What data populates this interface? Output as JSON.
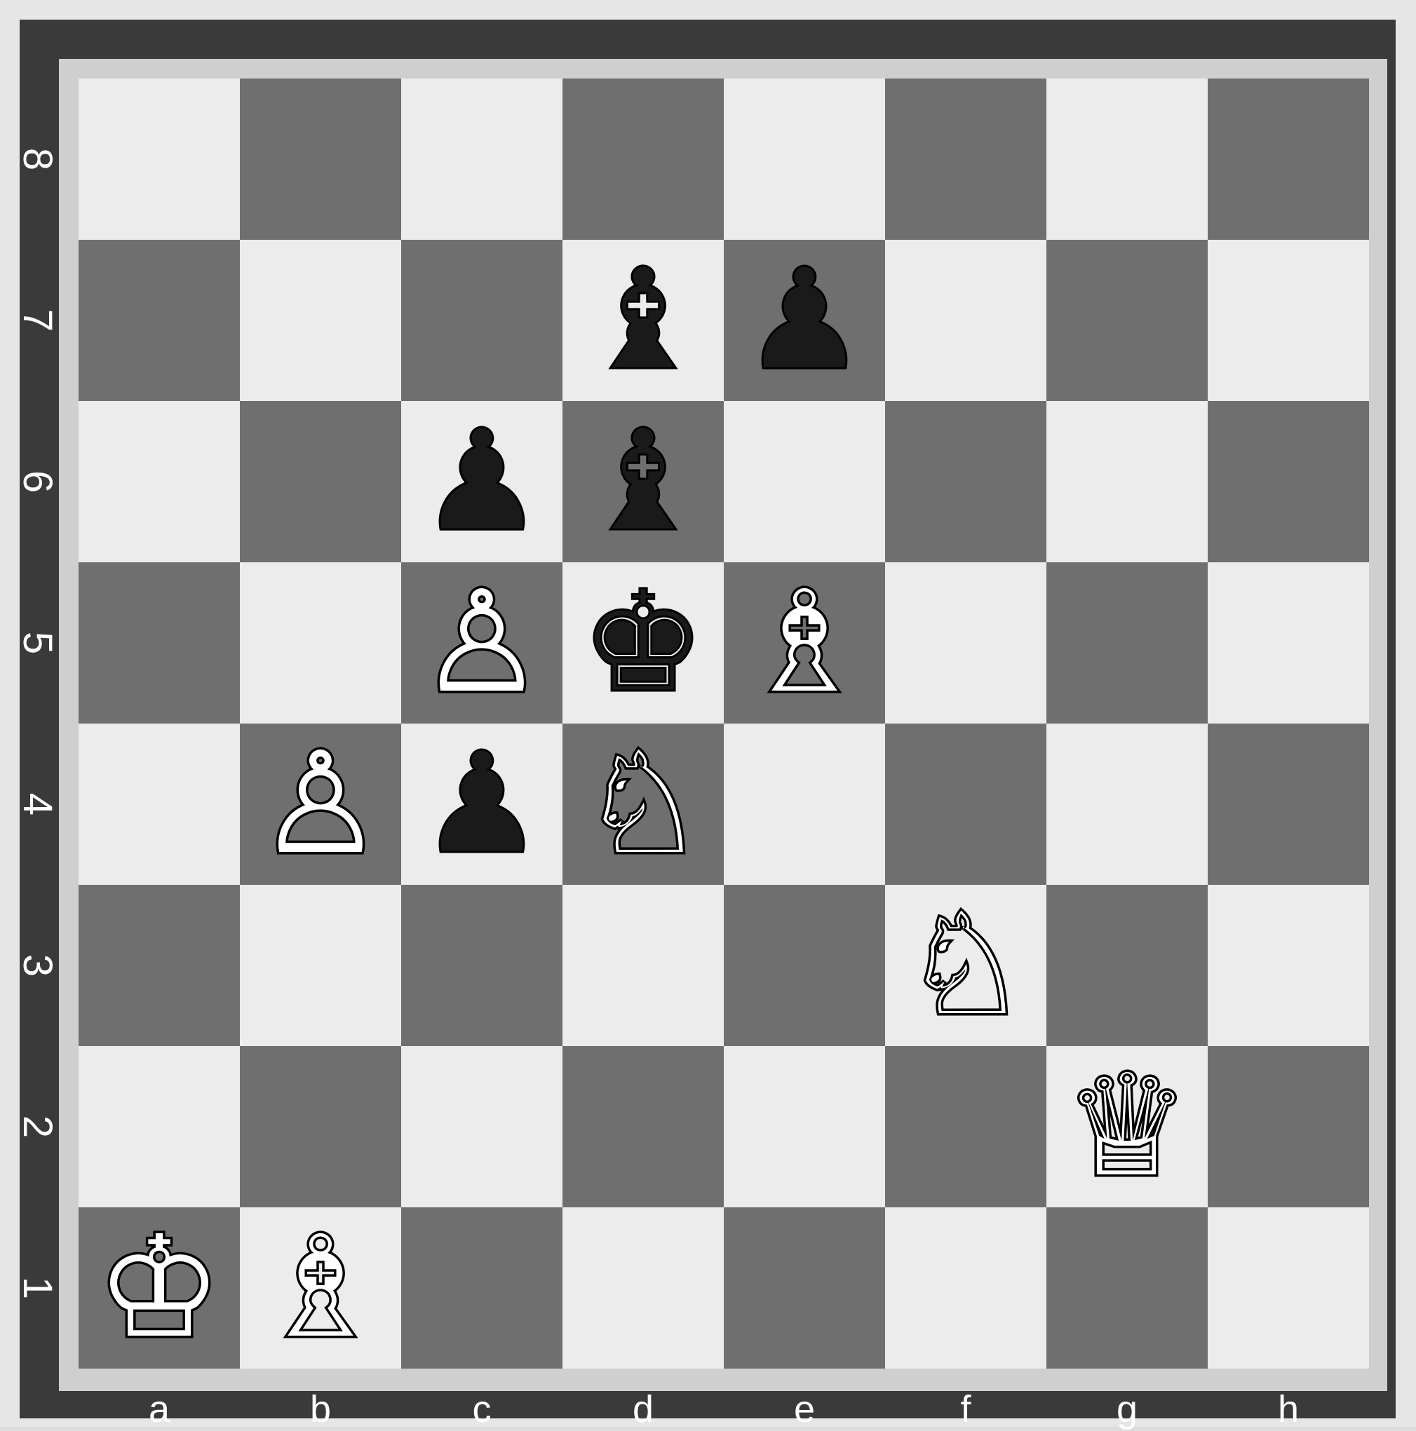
{
  "board": {
    "ranks": [
      "8",
      "7",
      "6",
      "5",
      "4",
      "3",
      "2",
      "1"
    ],
    "files": [
      "a",
      "b",
      "c",
      "d",
      "e",
      "f",
      "g",
      "h"
    ],
    "light_color": "#ececec",
    "dark_color": "#6f6f6f",
    "pieces": [
      {
        "square": "d7",
        "color": "black",
        "type": "bishop",
        "glyph": "♝"
      },
      {
        "square": "e7",
        "color": "black",
        "type": "pawn",
        "glyph": "♟"
      },
      {
        "square": "c6",
        "color": "black",
        "type": "pawn",
        "glyph": "♟"
      },
      {
        "square": "d6",
        "color": "black",
        "type": "bishop",
        "glyph": "♝"
      },
      {
        "square": "c5",
        "color": "white",
        "type": "pawn",
        "glyph": "♙"
      },
      {
        "square": "d5",
        "color": "black",
        "type": "king",
        "glyph": "♚"
      },
      {
        "square": "e5",
        "color": "white",
        "type": "bishop",
        "glyph": "♗"
      },
      {
        "square": "b4",
        "color": "white",
        "type": "pawn",
        "glyph": "♙"
      },
      {
        "square": "c4",
        "color": "black",
        "type": "pawn",
        "glyph": "♟"
      },
      {
        "square": "d4",
        "color": "white",
        "type": "knight",
        "glyph": "♘"
      },
      {
        "square": "f3",
        "color": "white",
        "type": "knight",
        "glyph": "♘"
      },
      {
        "square": "g2",
        "color": "white",
        "type": "queen",
        "glyph": "♕"
      },
      {
        "square": "a1",
        "color": "white",
        "type": "king",
        "glyph": "♔"
      },
      {
        "square": "b1",
        "color": "white",
        "type": "bishop",
        "glyph": "♗"
      }
    ]
  }
}
